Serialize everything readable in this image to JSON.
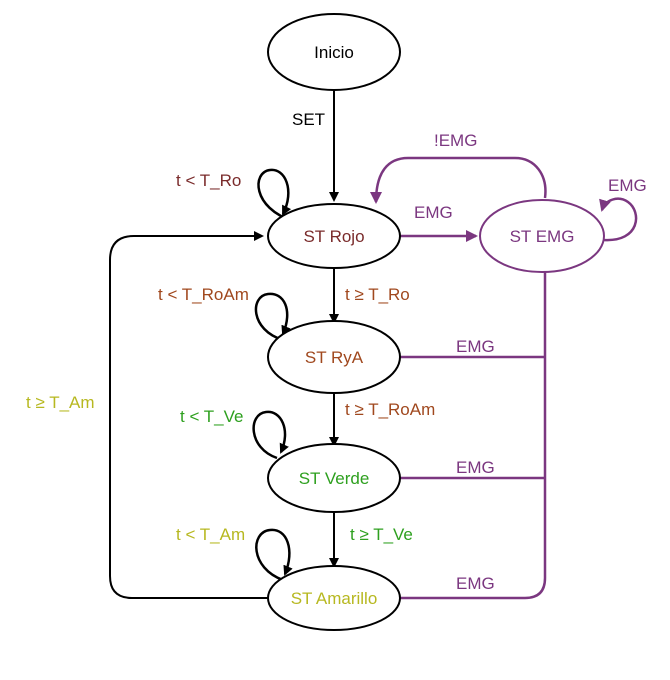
{
  "colors": {
    "black": "#000000",
    "rojo": "#7a2b2b",
    "rya": "#a0481e",
    "verde": "#2ea01f",
    "amarillo": "#b7b820",
    "emg": "#7b3780"
  },
  "nodes": {
    "inicio": "Inicio",
    "rojo": "ST Rojo",
    "rya": "ST RyA",
    "verde": "ST Verde",
    "amarillo": "ST Amarillo",
    "emg": "ST EMG"
  },
  "edges": {
    "set": "SET",
    "t_lt_t_ro": "t < T_Ro",
    "t_ge_t_ro": "t ≥ T_Ro",
    "t_lt_t_roam": "t < T_RoAm",
    "t_ge_t_roam": "t ≥ T_RoAm",
    "t_lt_t_ve": "t < T_Ve",
    "t_ge_t_ve": "t ≥ T_Ve",
    "t_lt_t_am": "t < T_Am",
    "t_ge_t_am": "t ≥ T_Am",
    "emg_rojo": "EMG",
    "not_emg": "!EMG",
    "emg_self": "EMG",
    "emg_rya": "EMG",
    "emg_verde": "EMG",
    "emg_amarillo": "EMG"
  }
}
